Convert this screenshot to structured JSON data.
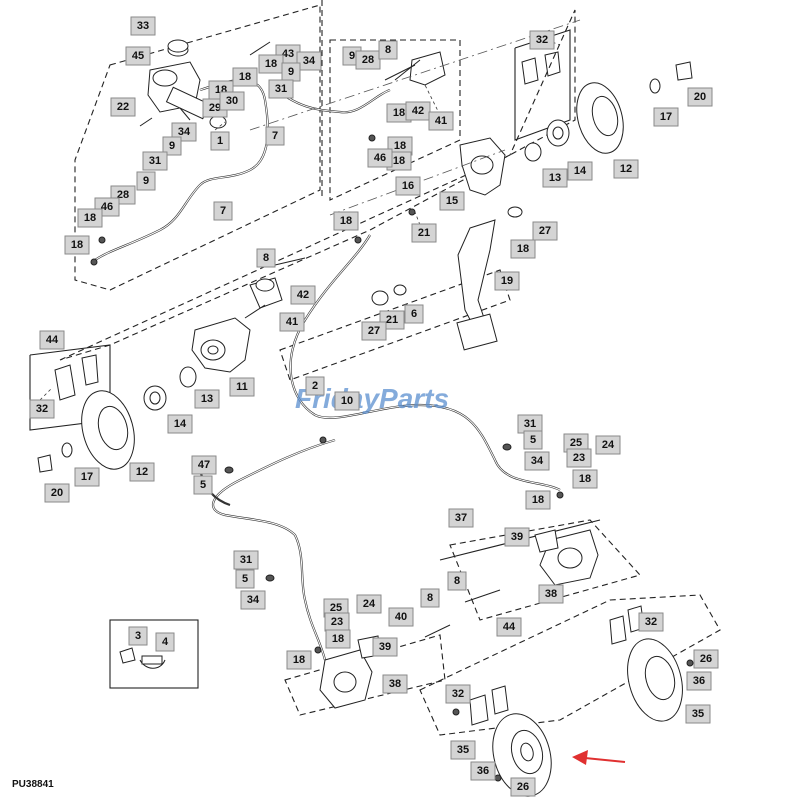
{
  "figure_code": "PU38841",
  "watermark": "FridayParts",
  "arrow_color": "#e03030",
  "callouts": [
    {
      "label": "33"
    },
    {
      "label": "45"
    },
    {
      "label": "43"
    },
    {
      "label": "34"
    },
    {
      "label": "18"
    },
    {
      "label": "9"
    },
    {
      "label": "18"
    },
    {
      "label": "18"
    },
    {
      "label": "31"
    },
    {
      "label": "29"
    },
    {
      "label": "30"
    },
    {
      "label": "22"
    },
    {
      "label": "1"
    },
    {
      "label": "7"
    },
    {
      "label": "34"
    },
    {
      "label": "9"
    },
    {
      "label": "31"
    },
    {
      "label": "9"
    },
    {
      "label": "28"
    },
    {
      "label": "46"
    },
    {
      "label": "18"
    },
    {
      "label": "7"
    },
    {
      "label": "18"
    },
    {
      "label": "9"
    },
    {
      "label": "28"
    },
    {
      "label": "8"
    },
    {
      "label": "18"
    },
    {
      "label": "42"
    },
    {
      "label": "41"
    },
    {
      "label": "18"
    },
    {
      "label": "18"
    },
    {
      "label": "46"
    },
    {
      "label": "32"
    },
    {
      "label": "20"
    },
    {
      "label": "17"
    },
    {
      "label": "12"
    },
    {
      "label": "13"
    },
    {
      "label": "14"
    },
    {
      "label": "16"
    },
    {
      "label": "15"
    },
    {
      "label": "18"
    },
    {
      "label": "21"
    },
    {
      "label": "27"
    },
    {
      "label": "18"
    },
    {
      "label": "19"
    },
    {
      "label": "8"
    },
    {
      "label": "42"
    },
    {
      "label": "41"
    },
    {
      "label": "21"
    },
    {
      "label": "6"
    },
    {
      "label": "27"
    },
    {
      "label": "44"
    },
    {
      "label": "11"
    },
    {
      "label": "32"
    },
    {
      "label": "13"
    },
    {
      "label": "14"
    },
    {
      "label": "12"
    },
    {
      "label": "17"
    },
    {
      "label": "20"
    },
    {
      "label": "2"
    },
    {
      "label": "10"
    },
    {
      "label": "31"
    },
    {
      "label": "5"
    },
    {
      "label": "25"
    },
    {
      "label": "24"
    },
    {
      "label": "34"
    },
    {
      "label": "23"
    },
    {
      "label": "18"
    },
    {
      "label": "18"
    },
    {
      "label": "47"
    },
    {
      "label": "5"
    },
    {
      "label": "37"
    },
    {
      "label": "39"
    },
    {
      "label": "38"
    },
    {
      "label": "31"
    },
    {
      "label": "5"
    },
    {
      "label": "34"
    },
    {
      "label": "8"
    },
    {
      "label": "25"
    },
    {
      "label": "24"
    },
    {
      "label": "23"
    },
    {
      "label": "40"
    },
    {
      "label": "8"
    },
    {
      "label": "18"
    },
    {
      "label": "18"
    },
    {
      "label": "39"
    },
    {
      "label": "38"
    },
    {
      "label": "3"
    },
    {
      "label": "4"
    },
    {
      "label": "44"
    },
    {
      "label": "32"
    },
    {
      "label": "26"
    },
    {
      "label": "36"
    },
    {
      "label": "35"
    },
    {
      "label": "32"
    },
    {
      "label": "35"
    },
    {
      "label": "36"
    },
    {
      "label": "26"
    }
  ]
}
